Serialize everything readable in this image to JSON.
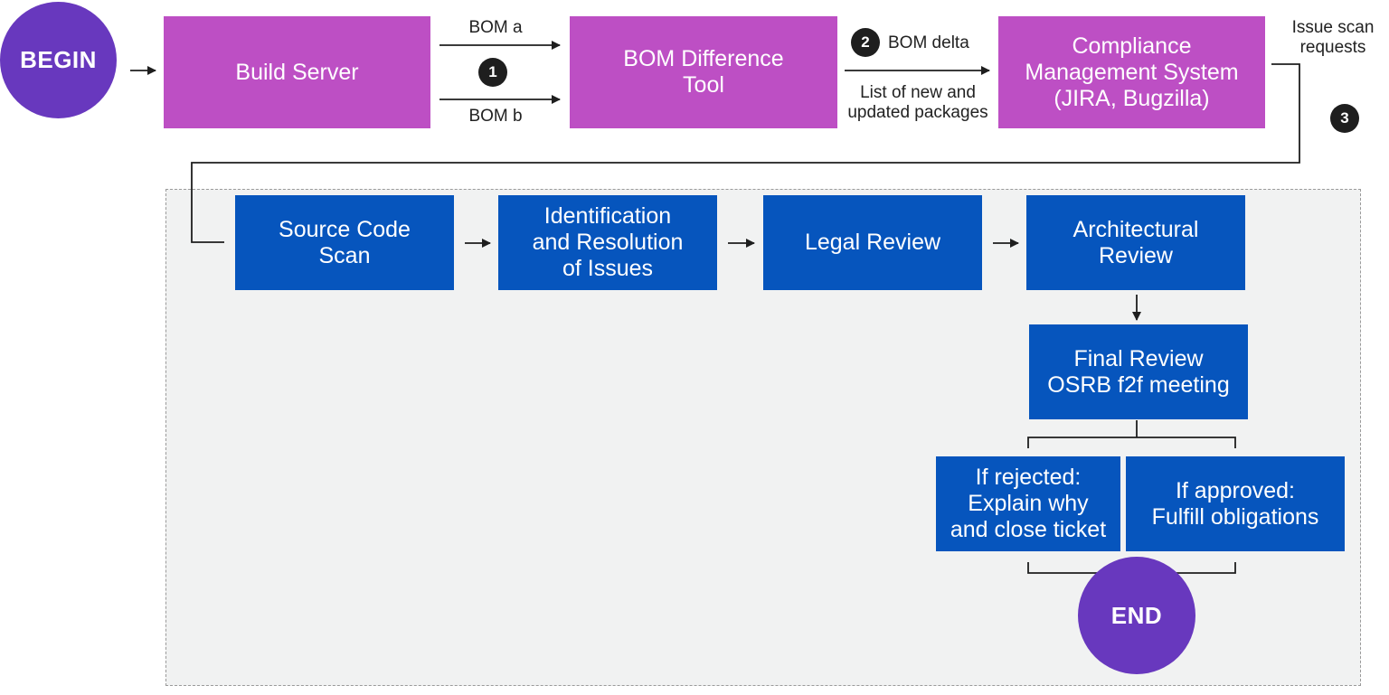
{
  "begin_label": "BEGIN",
  "end_label": "END",
  "top_row": {
    "build_server": "Build Server",
    "bom_difference_tool": "BOM Difference\nTool",
    "compliance_system": "Compliance\nManagement System\n(JIRA, Bugzilla)"
  },
  "edge_labels": {
    "bom_a": "BOM a",
    "bom_b": "BOM b",
    "bom_delta": "BOM delta",
    "new_updated": "List of new and\nupdated packages",
    "issue_scan": "Issue scan\nrequests"
  },
  "steps": [
    "1",
    "2",
    "3"
  ],
  "review_row": {
    "source_code_scan": "Source Code\nScan",
    "identification": "Identification\nand Resolution\nof Issues",
    "legal_review": "Legal Review",
    "architectural_review": "Architectural\nReview"
  },
  "final_review": "Final Review\nOSRB f2f meeting",
  "outcomes": {
    "rejected": "If rejected:\nExplain why\nand close ticket",
    "approved": "If approved:\nFulfill obligations"
  },
  "colors": {
    "purple_circle": "#6838be",
    "pink_box": "#bd4fc4",
    "blue_box": "#0655bd",
    "badge": "#1e1e1e",
    "area_background": "#f1f2f2"
  }
}
